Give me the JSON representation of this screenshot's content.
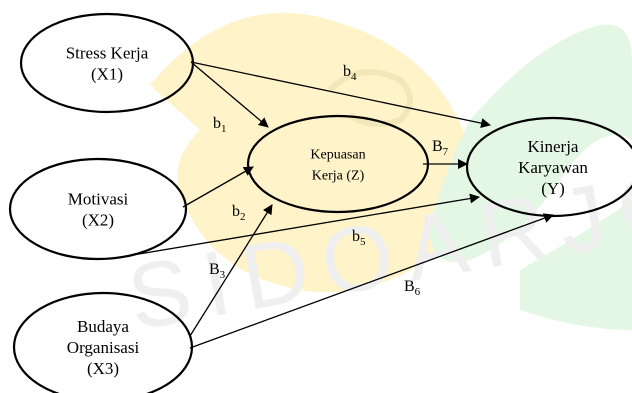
{
  "diagram": {
    "nodes": {
      "x1": {
        "lines": [
          "Stress Kerja",
          "(X1)"
        ]
      },
      "x2": {
        "lines": [
          "Motivasi",
          "(X2)"
        ]
      },
      "x3": {
        "lines": [
          "Budaya",
          "Organisasi",
          "(X3)"
        ]
      },
      "z": {
        "lines": [
          "Kepuasan",
          "Kerja (Z)"
        ]
      },
      "y": {
        "lines": [
          "Kinerja",
          "Karyawan",
          "(Y)"
        ]
      }
    },
    "edges": [
      {
        "from": "x1",
        "to": "z",
        "label": {
          "base": "b",
          "sub": "1"
        }
      },
      {
        "from": "x1",
        "to": "y",
        "label": {
          "base": "b",
          "sub": "4"
        }
      },
      {
        "from": "x2",
        "to": "z",
        "label": {
          "base": "b",
          "sub": "2"
        }
      },
      {
        "from": "x2",
        "to": "y",
        "label": {
          "base": "b",
          "sub": "5"
        }
      },
      {
        "from": "x3",
        "to": "z",
        "label": {
          "base": "B",
          "sub": "3"
        }
      },
      {
        "from": "x3",
        "to": "y",
        "label": {
          "base": "B",
          "sub": "6"
        }
      },
      {
        "from": "z",
        "to": "y",
        "label": {
          "base": "B",
          "sub": "7"
        }
      }
    ]
  },
  "watermark": {
    "text": "SIDOARJO",
    "colors": {
      "logo_yellow": "#fff3c9",
      "logo_green": "#e4f6e4",
      "text_gray": "#f0f0f0"
    }
  }
}
